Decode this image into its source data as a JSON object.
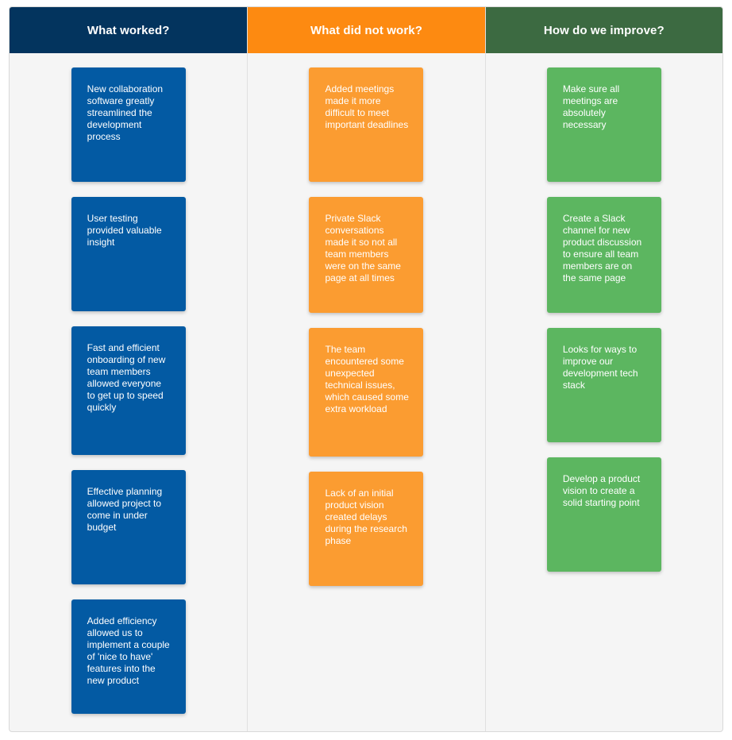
{
  "columns": [
    {
      "title": "What worked?",
      "color": "#03345e",
      "card_color": "#035aa3",
      "cards": [
        "New collaboration software greatly streamlined the development process",
        "User testing provided valuable insight",
        "Fast and efficient onboarding of new team members allowed everyone to get up to speed quickly",
        "Effective planning allowed project to come in under budget",
        "Added efficiency allowed us to implement a couple of 'nice to have' features into the new product"
      ]
    },
    {
      "title": "What did not work?",
      "color": "#fd8a11",
      "card_color": "#fb9c31",
      "cards": [
        "Added meetings made it more difficult to meet important deadlines",
        "Private Slack conversations made it so not all team members were on the same page at all times",
        "The team encountered some unexpected technical issues, which caused some extra workload",
        "Lack of an initial product vision created delays during the research phase"
      ]
    },
    {
      "title": "How do we improve?",
      "color": "#3c6a41",
      "card_color": "#5cb660",
      "cards": [
        "Make sure all meetings are absolutely necessary",
        "Create a Slack channel for new product discussion to ensure all team members are on the same page",
        "Looks for ways to improve our development tech stack",
        "Develop a product vision to create a solid starting point"
      ]
    }
  ]
}
